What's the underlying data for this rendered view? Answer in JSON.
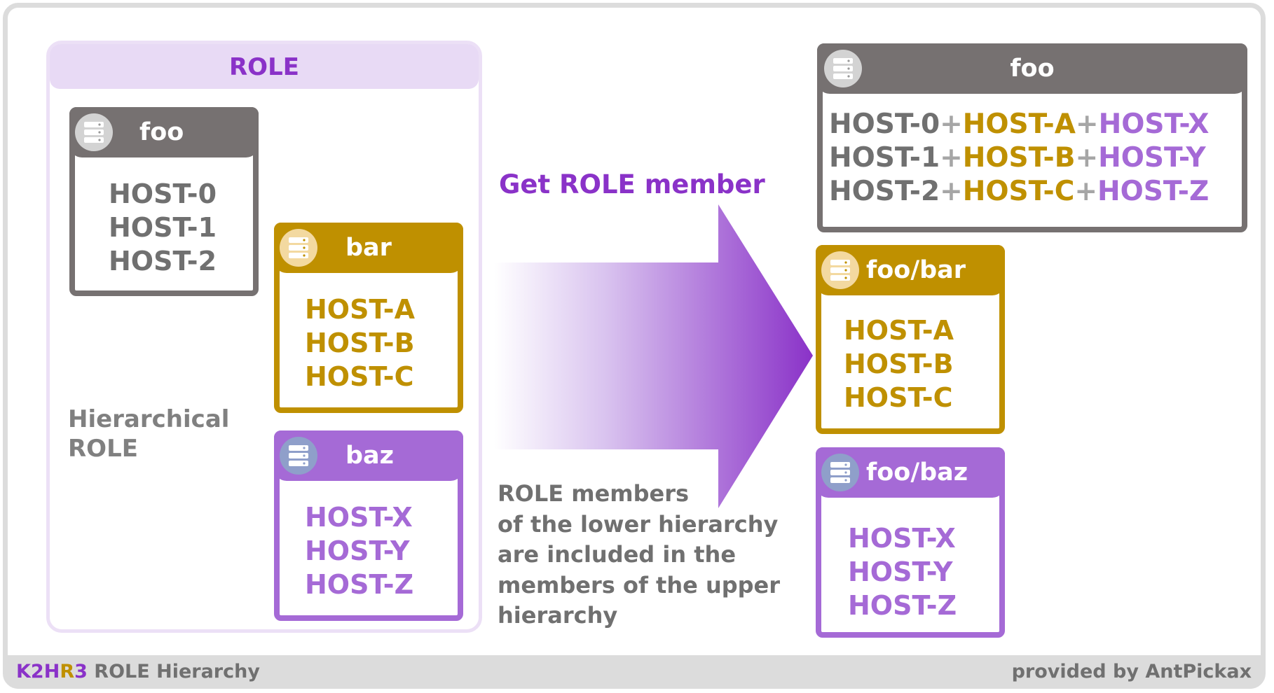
{
  "role_panel": {
    "title": "ROLE"
  },
  "hierarchy_label": [
    "Hierarchical",
    "ROLE"
  ],
  "action_label": "Get ROLE member",
  "description_lines": [
    "ROLE members",
    "of the lower hierarchy",
    "are included in the",
    "members of the upper",
    "hierarchy"
  ],
  "roles_left": {
    "foo": {
      "name": "foo",
      "hosts": [
        "HOST-0",
        "HOST-1",
        "HOST-2"
      ]
    },
    "bar": {
      "name": "bar",
      "hosts": [
        "HOST-A",
        "HOST-B",
        "HOST-C"
      ]
    },
    "baz": {
      "name": "baz",
      "hosts": [
        "HOST-X",
        "HOST-Y",
        "HOST-Z"
      ]
    }
  },
  "roles_right": {
    "foo": {
      "name": "foo",
      "plus": "+",
      "rows": [
        [
          "HOST-0",
          "HOST-A",
          "HOST-X"
        ],
        [
          "HOST-1",
          "HOST-B",
          "HOST-Y"
        ],
        [
          "HOST-2",
          "HOST-C",
          "HOST-Z"
        ]
      ]
    },
    "foo_bar": {
      "name": "foo/bar",
      "hosts": [
        "HOST-A",
        "HOST-B",
        "HOST-C"
      ]
    },
    "foo_baz": {
      "name": "foo/baz",
      "hosts": [
        "HOST-X",
        "HOST-Y",
        "HOST-Z"
      ]
    }
  },
  "footer": {
    "brand_k2h": "K2H",
    "brand_r": "R",
    "brand_3": "3",
    "title": " ROLE Hierarchy",
    "credit": "provided by AntPickax"
  },
  "colors": {
    "purple": "#8a32c8",
    "gold": "#bf9000",
    "lavender": "#a56ad6",
    "gray": "#767171"
  },
  "icons": {
    "server": "server-stack-icon"
  }
}
